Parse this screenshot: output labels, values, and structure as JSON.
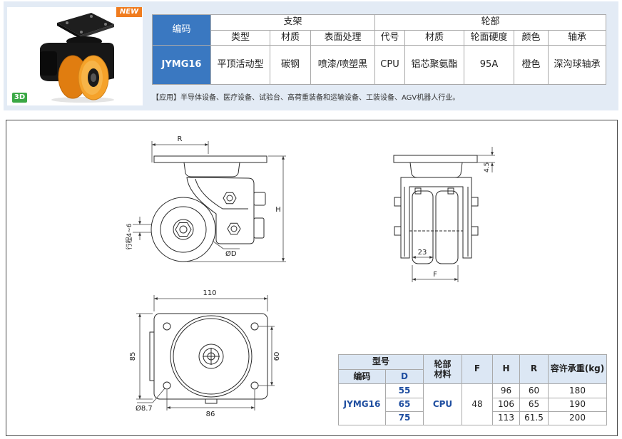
{
  "product": {
    "badge_new": "NEW",
    "badge_3d": "3D"
  },
  "spec_table": {
    "code_header": "编码",
    "bracket_group": "支架",
    "wheel_group": "轮部",
    "columns": [
      "类型",
      "材质",
      "表面处理",
      "代号",
      "材质",
      "轮面硬度",
      "颜色",
      "轴承"
    ],
    "row": {
      "code": "JYMG16",
      "values": [
        "平顶活动型",
        "碳钢",
        "喷漆/喷塑黑",
        "CPU",
        "铝芯聚氨酯",
        "95A",
        "橙色",
        "深沟球轴承"
      ]
    }
  },
  "application": "【应用】半导体设备、医疗设备、试验台、高荷重装备和运输设备、工装设备、AGV机器人行业。",
  "drawing_labels": {
    "side": {
      "r": "R",
      "h": "H",
      "diameter": "ØD",
      "stroke": "行程4~6"
    },
    "front": {
      "plate_thickness": "4.5",
      "wheel_width": "23",
      "total_width": "F"
    },
    "top": {
      "plate_length": "110",
      "plate_width": "85",
      "hole_spacing_y": "60",
      "hole_diameter": "Ø8.7",
      "hole_spacing_x": "86"
    }
  },
  "dimension_table": {
    "model_header": "型号",
    "code_header": "编码",
    "d_header": "D",
    "wheel_material_header": "轮部材料",
    "f_header": "F",
    "h_header": "H",
    "r_header": "R",
    "load_header": "容许承重(kg)",
    "code": "JYMG16",
    "wheel_material": "CPU",
    "f": "48",
    "rows": [
      {
        "d": "55",
        "h": "96",
        "r": "60",
        "load": "180"
      },
      {
        "d": "65",
        "h": "106",
        "r": "65",
        "load": "190"
      },
      {
        "d": "75",
        "h": "113",
        "r": "61.5",
        "load": "200"
      }
    ]
  },
  "colors": {
    "code_cell_blue": "#3a78c1",
    "table_header_bg": "#dce7f4",
    "new_badge": "#f07c1f",
    "badge_3d": "#3aa845",
    "wheel_orange": "#f5a22a",
    "value_blue": "#1f4ea0"
  }
}
